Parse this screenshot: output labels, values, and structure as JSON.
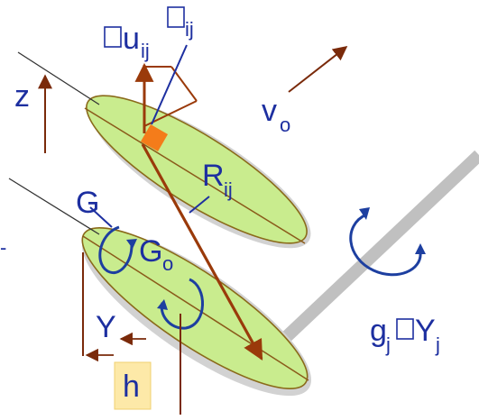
{
  "labels": {
    "delta_u": {
      "prefix_glyph": "□",
      "main": "u",
      "sub": "ij"
    },
    "angle": {
      "prefix_glyph": "□",
      "main": "",
      "sub": "ij"
    },
    "z": "z",
    "v": {
      "main": "v",
      "sub": "o"
    },
    "R": {
      "main": "R",
      "sub": "ij"
    },
    "G": "G",
    "Go": {
      "main": "G",
      "sub": "o"
    },
    "Y": "Y",
    "h": "h",
    "gY": {
      "g": "g",
      "g_sub": "j",
      "glyph": "□",
      "Y": "Y",
      "Y_sub": "j"
    },
    "edge_mark": "-"
  },
  "colors": {
    "ellipse_fill": "#c9ec8e",
    "ellipse_stroke": "#8a6a1a",
    "shadow": "#c8c8c8",
    "shaft": "#c0c0c0",
    "arrow": "#9a3a0a",
    "label": "#1d2fa0",
    "rotation": "#1d3fa0",
    "h_box": "#fde9a8",
    "square": "#f47c1a"
  }
}
